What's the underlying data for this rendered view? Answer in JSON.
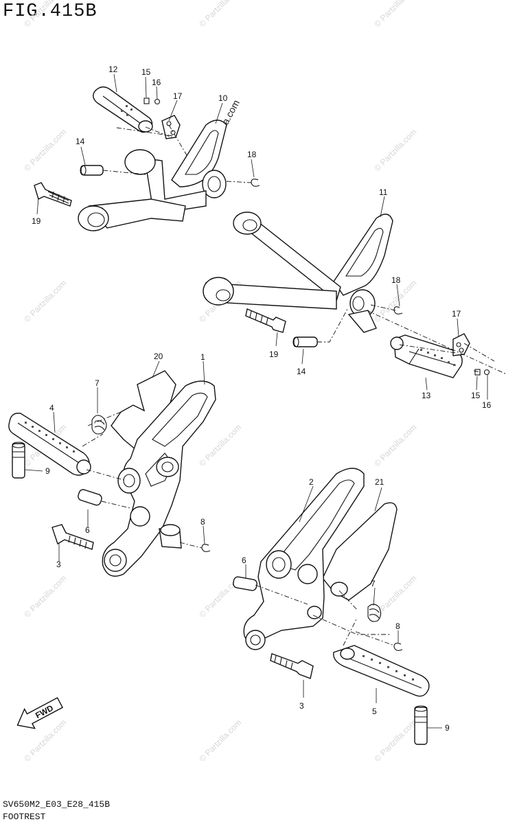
{
  "figure": {
    "title": "FIG.415B",
    "code": "SV650M2_E03_E28_415B",
    "caption": "FOOTREST"
  },
  "fwd_label": "FWD",
  "watermark": {
    "text": "© Partzilla.com",
    "feature_text": "© Partzilla.com"
  },
  "callouts": [
    {
      "id": "c12a",
      "label": "12"
    },
    {
      "id": "c15a",
      "label": "15"
    },
    {
      "id": "c16a",
      "label": "16"
    },
    {
      "id": "c17a",
      "label": "17"
    },
    {
      "id": "c10",
      "label": "10"
    },
    {
      "id": "c14a",
      "label": "14"
    },
    {
      "id": "c18a",
      "label": "18"
    },
    {
      "id": "c19a",
      "label": "19"
    },
    {
      "id": "c11",
      "label": "11"
    },
    {
      "id": "c18b",
      "label": "18"
    },
    {
      "id": "c17b",
      "label": "17"
    },
    {
      "id": "c19b",
      "label": "19"
    },
    {
      "id": "c14b",
      "label": "14"
    },
    {
      "id": "c13",
      "label": "13"
    },
    {
      "id": "c15b",
      "label": "15"
    },
    {
      "id": "c16b",
      "label": "16"
    },
    {
      "id": "c20",
      "label": "20"
    },
    {
      "id": "c1",
      "label": "1"
    },
    {
      "id": "c7a",
      "label": "7"
    },
    {
      "id": "c4",
      "label": "4"
    },
    {
      "id": "c9a",
      "label": "9"
    },
    {
      "id": "c6a",
      "label": "6"
    },
    {
      "id": "c8a",
      "label": "8"
    },
    {
      "id": "c3a",
      "label": "3"
    },
    {
      "id": "c2",
      "label": "2"
    },
    {
      "id": "c21",
      "label": "21"
    },
    {
      "id": "c6b",
      "label": "6"
    },
    {
      "id": "c7b",
      "label": "7"
    },
    {
      "id": "c8b",
      "label": "8"
    },
    {
      "id": "c3b",
      "label": "3"
    },
    {
      "id": "c5",
      "label": "5"
    },
    {
      "id": "c9b",
      "label": "9"
    }
  ]
}
